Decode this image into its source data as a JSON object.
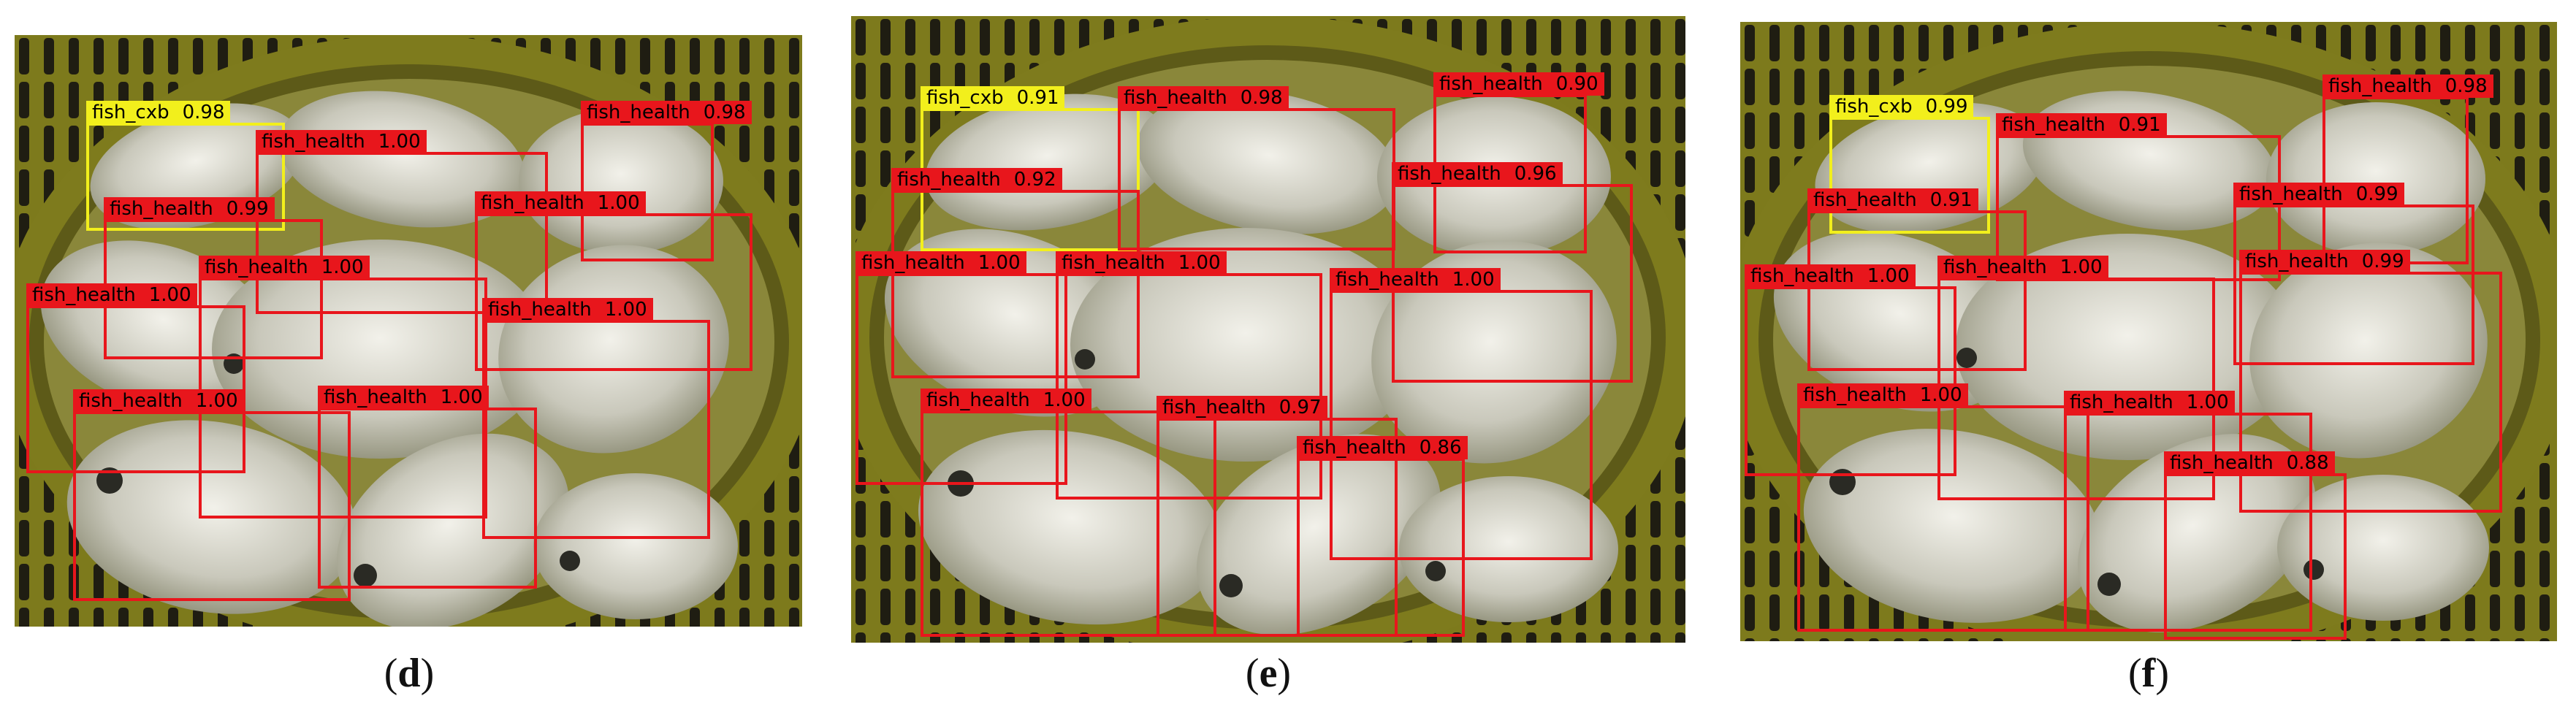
{
  "panels": [
    {
      "caption_open": "(",
      "caption_letter": "d",
      "caption_close": ")",
      "detections": [
        {
          "label": "fish_cxb",
          "score": "0.98",
          "color": "yellow"
        },
        {
          "label": "fish_health",
          "score": "1.00",
          "color": "red"
        },
        {
          "label": "fish_health",
          "score": "0.98",
          "color": "red"
        },
        {
          "label": "fish_health",
          "score": "0.99",
          "color": "red"
        },
        {
          "label": "fish_health",
          "score": "1.00",
          "color": "red"
        },
        {
          "label": "fish_health",
          "score": "1.00",
          "color": "red"
        },
        {
          "label": "fish_health",
          "score": "1.00",
          "color": "red"
        },
        {
          "label": "fish_health",
          "score": "1.00",
          "color": "red"
        },
        {
          "label": "fish_health",
          "score": "1.00",
          "color": "red"
        },
        {
          "label": "fish_health",
          "score": "1.00",
          "color": "red"
        }
      ]
    },
    {
      "caption_open": "(",
      "caption_letter": "e",
      "caption_close": ")",
      "detections": [
        {
          "label": "fish_cxb",
          "score": "0.91",
          "color": "yellow"
        },
        {
          "label": "fish_health",
          "score": "0.98",
          "color": "red"
        },
        {
          "label": "fish_health",
          "score": "0.90",
          "color": "red"
        },
        {
          "label": "fish_health",
          "score": "0.92",
          "color": "red"
        },
        {
          "label": "fish_health",
          "score": "0.96",
          "color": "red"
        },
        {
          "label": "fish_health",
          "score": "1.00",
          "color": "red"
        },
        {
          "label": "fish_health",
          "score": "1.00",
          "color": "red"
        },
        {
          "label": "fish_health",
          "score": "1.00",
          "color": "red"
        },
        {
          "label": "fish_health",
          "score": "1.00",
          "color": "red"
        },
        {
          "label": "fish_health",
          "score": "0.97",
          "color": "red"
        },
        {
          "label": "fish_health",
          "score": "0.86",
          "color": "red"
        }
      ]
    },
    {
      "caption_open": "(",
      "caption_letter": "f",
      "caption_close": ")",
      "detections": [
        {
          "label": "fish_cxb",
          "score": "0.99",
          "color": "yellow"
        },
        {
          "label": "fish_health",
          "score": "0.91",
          "color": "red"
        },
        {
          "label": "fish_health",
          "score": "0.98",
          "color": "red"
        },
        {
          "label": "fish_health",
          "score": "0.91",
          "color": "red"
        },
        {
          "label": "fish_health",
          "score": "0.99",
          "color": "red"
        },
        {
          "label": "fish_health",
          "score": "1.00",
          "color": "red"
        },
        {
          "label": "fish_health",
          "score": "1.00",
          "color": "red"
        },
        {
          "label": "fish_health",
          "score": "0.99",
          "color": "red"
        },
        {
          "label": "fish_health",
          "score": "1.00",
          "color": "red"
        },
        {
          "label": "fish_health",
          "score": "1.00",
          "color": "red"
        },
        {
          "label": "fish_health",
          "score": "0.88",
          "color": "red"
        }
      ]
    }
  ]
}
